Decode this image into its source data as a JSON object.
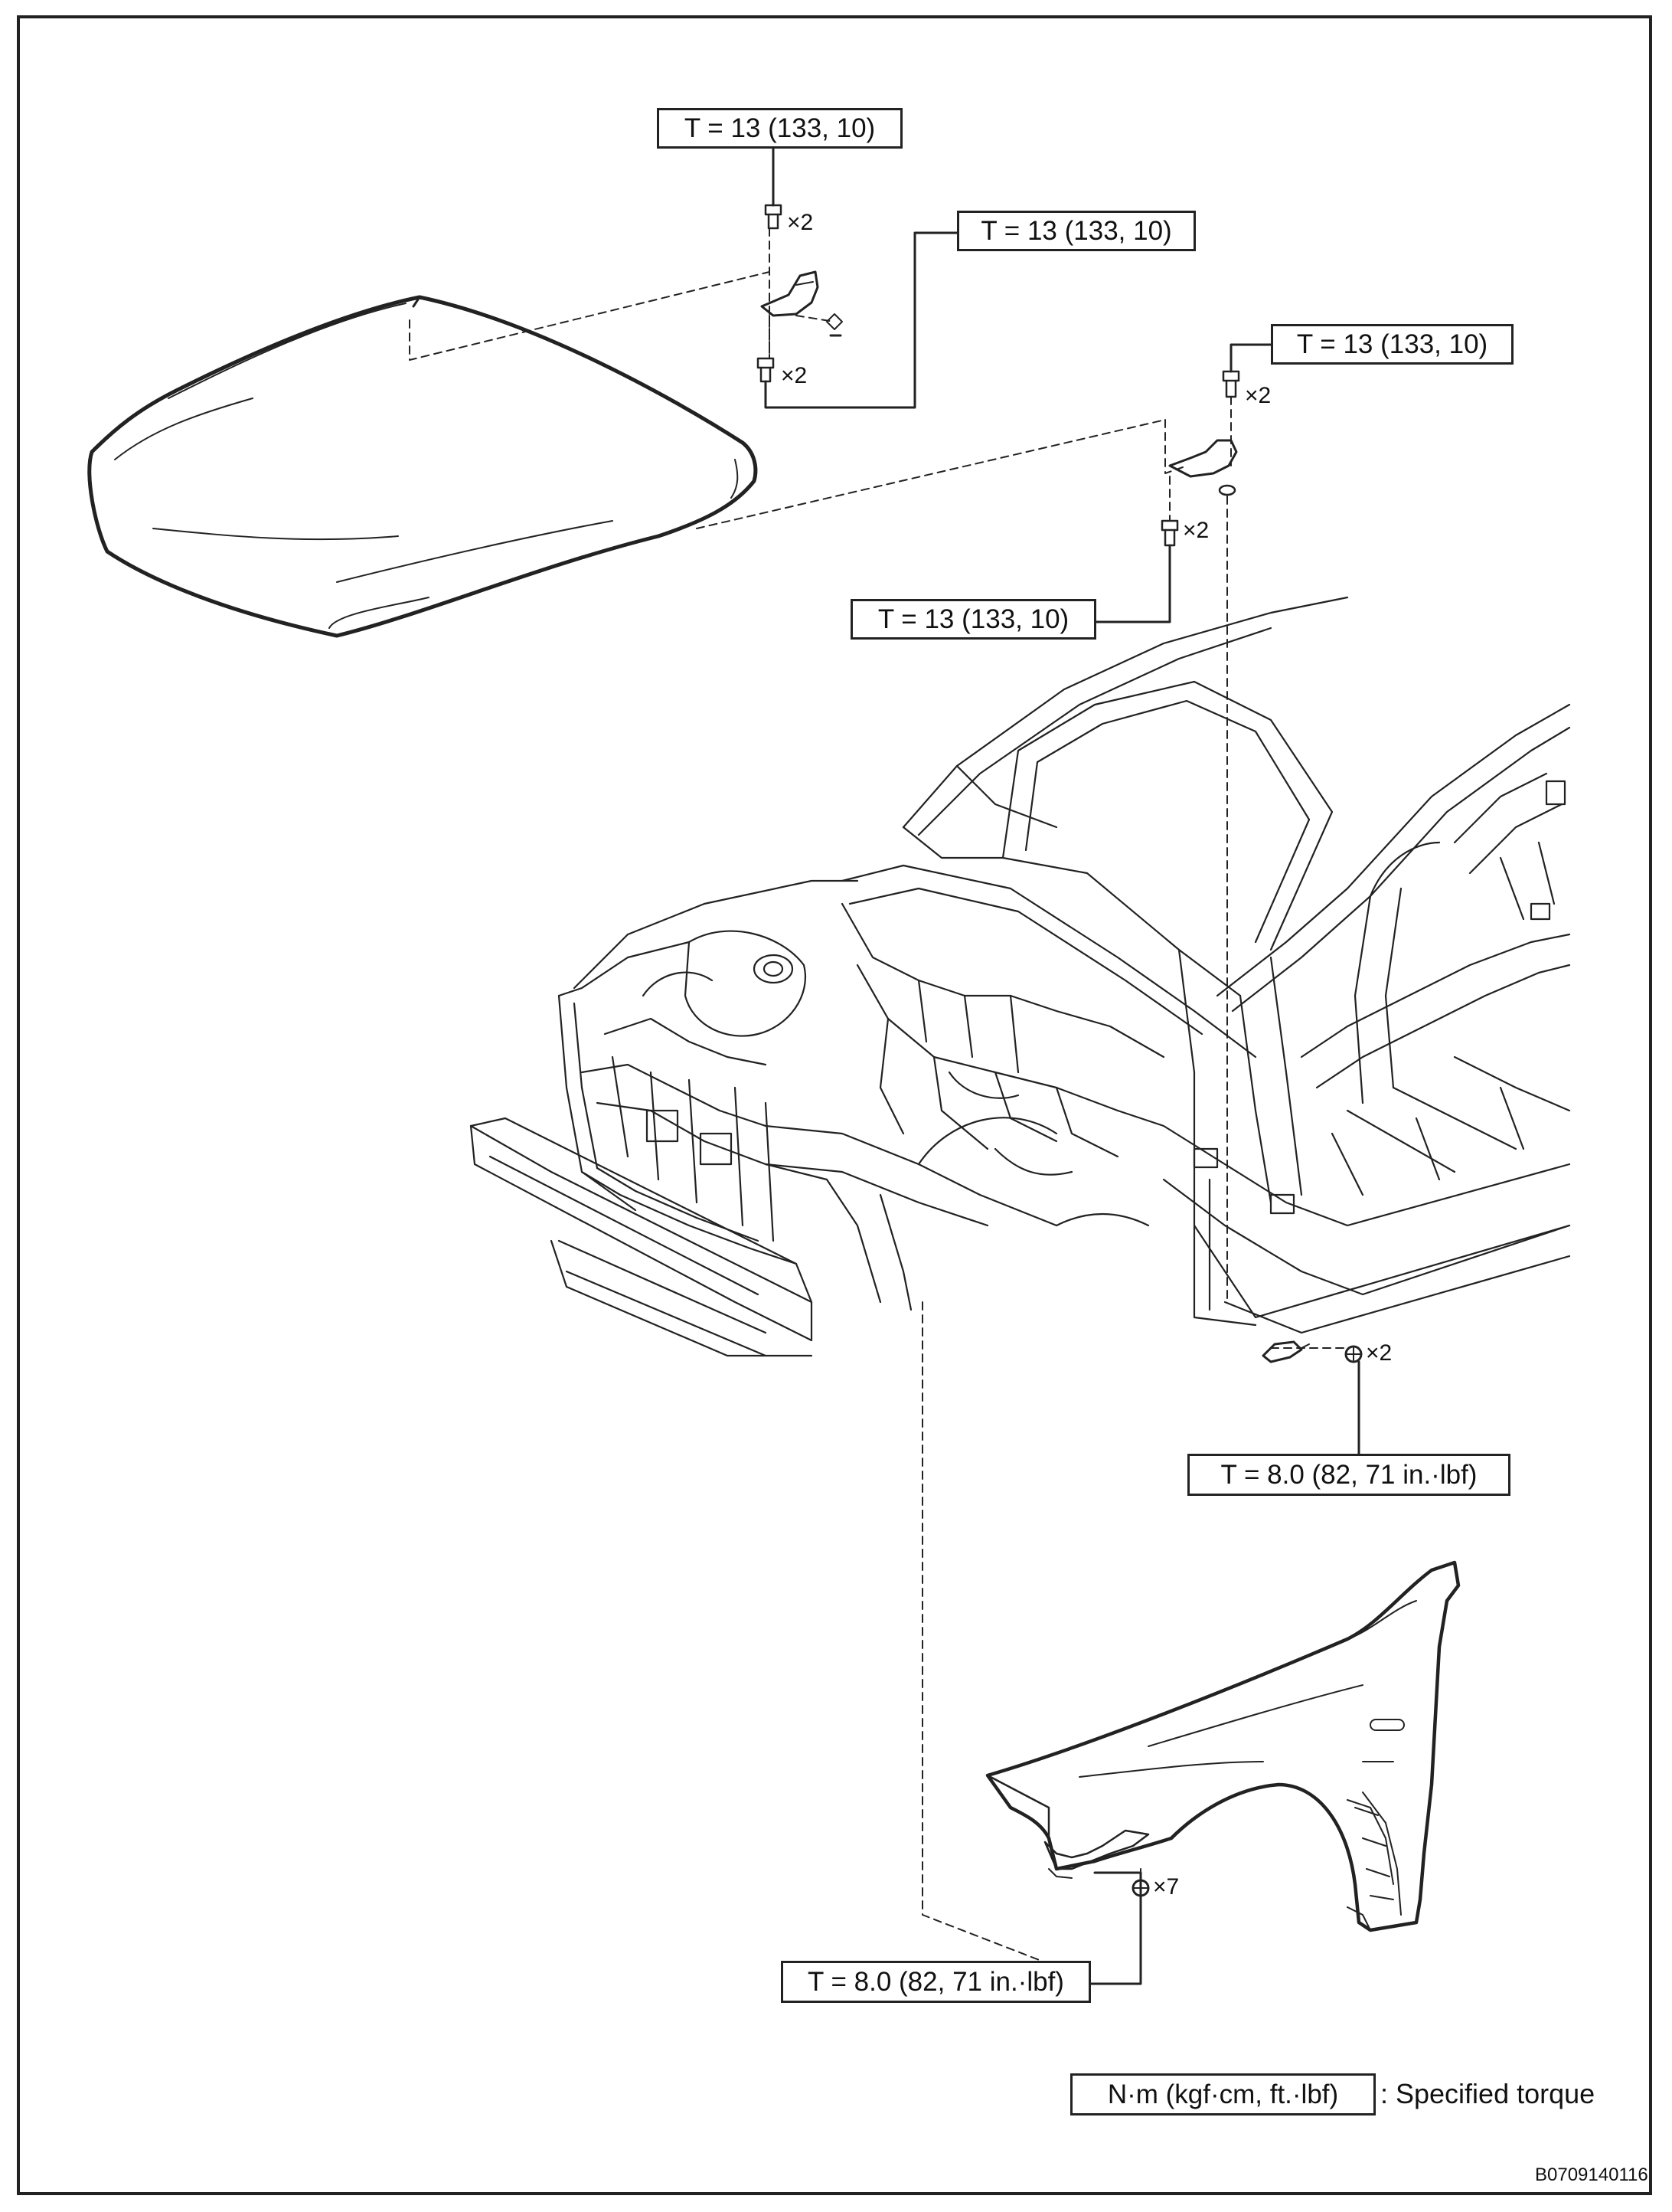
{
  "torque_labels": [
    "T = 13 (133, 10)",
    "T = 13 (133, 10)",
    "T = 13 (133, 10)",
    "T = 13 (133, 10)",
    "T = 8.0 (82, 71 in.·lbf)",
    "T = 8.0 (82, 71 in.·lbf)"
  ],
  "quantities": [
    "×2",
    "×2",
    "×2",
    "×2",
    "×2",
    "×7"
  ],
  "legend": {
    "unit_box": "N·m (kgf·cm, ft.·lbf)",
    "description": ": Specified torque"
  },
  "figure_code": "B0709140116",
  "parts": {
    "hood": "hood-panel",
    "hinge_left": "hood-hinge",
    "hinge_right": "hood-hinge",
    "body": "vehicle-body-front",
    "fender_bracket": "fender-bracket",
    "fender": "front-fender-panel"
  }
}
